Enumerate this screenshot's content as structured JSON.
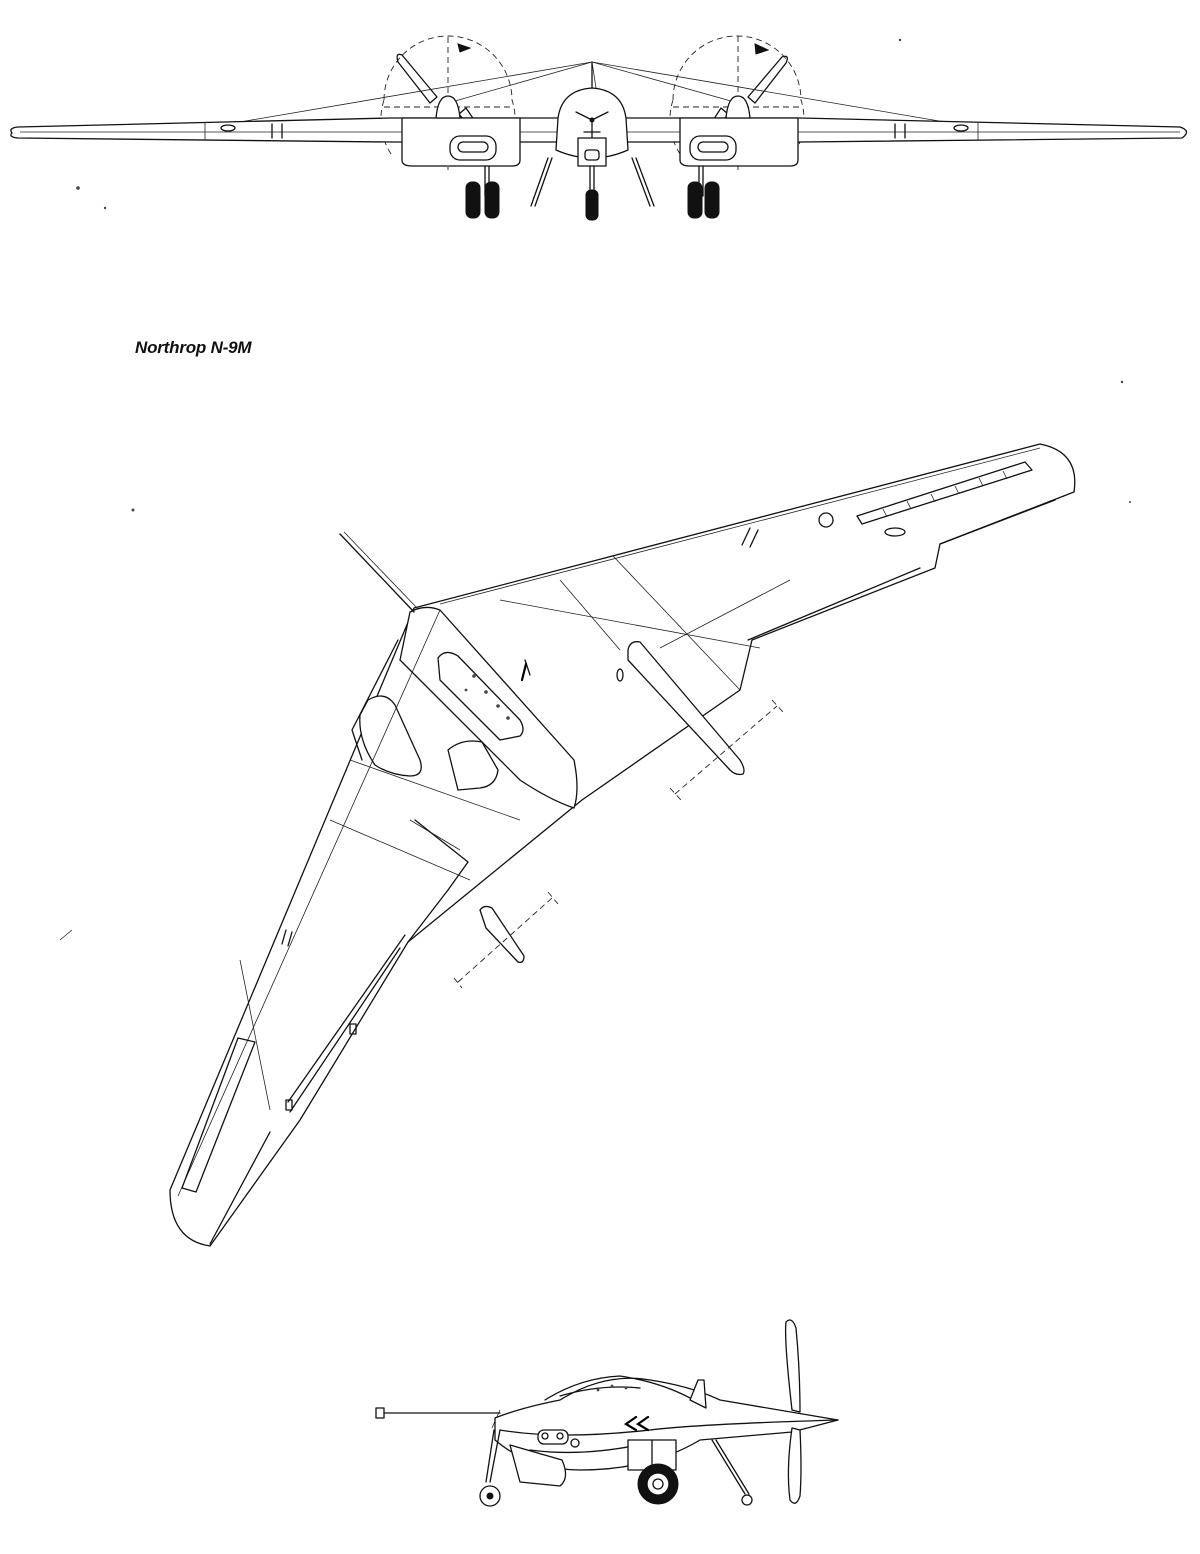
{
  "title": "Northrop N-9M",
  "views": [
    {
      "view": "front-view"
    },
    {
      "view": "plan-view"
    },
    {
      "view": "side-view"
    }
  ],
  "colors": {
    "ink": "#111111",
    "paper": "#ffffff"
  }
}
